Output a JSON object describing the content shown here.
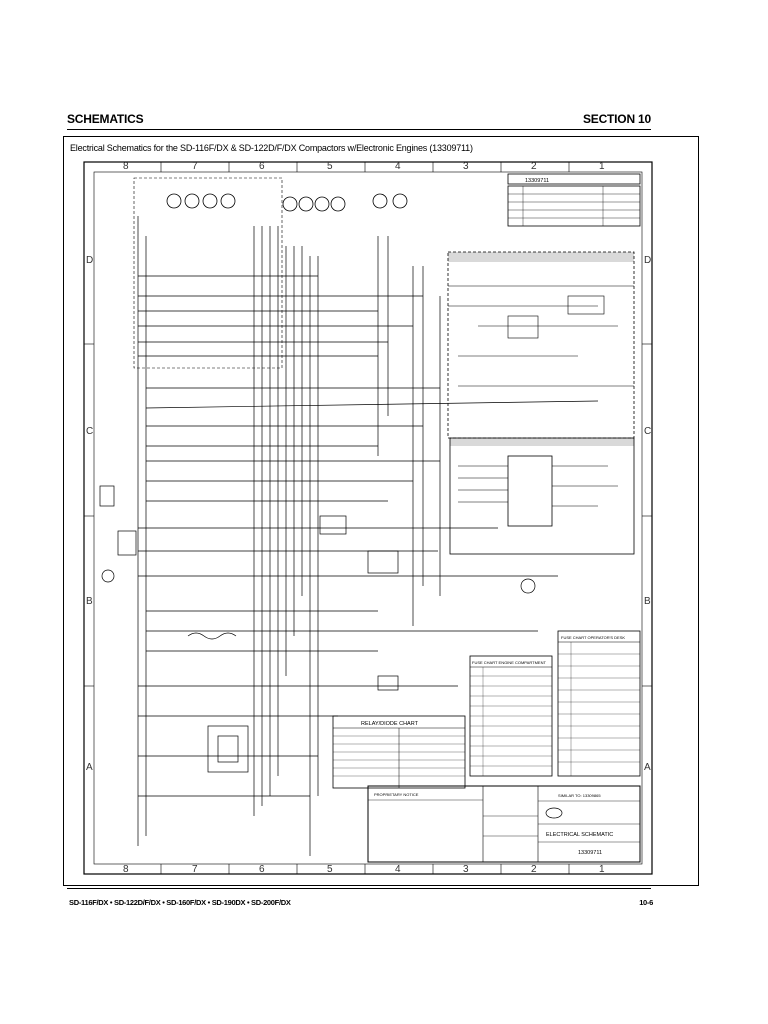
{
  "header": {
    "left": "SCHEMATICS",
    "right": "SECTION 10"
  },
  "figure": {
    "caption": "Electrical Schematics for the SD-116F/DX & SD-122D/F/DX Compactors w/Electronic Engines (13309711)",
    "drawing_number_top": "13309711",
    "zones_top": [
      "8",
      "7",
      "6",
      "5",
      "4",
      "3",
      "2",
      "1"
    ],
    "zones_bottom": [
      "8",
      "7",
      "6",
      "5",
      "4",
      "3",
      "2",
      "1"
    ],
    "rows_left": [
      "D",
      "C",
      "B",
      "A"
    ],
    "rows_right": [
      "D",
      "C",
      "B",
      "A"
    ],
    "relay_chart_title": "RELAY/DIODE CHART",
    "fuse_chart_engine_title": "FUSE CHART ENGINE COMPARTMENT",
    "fuse_chart_operator_title": "FUSE CHART OPERATOR'S DESK",
    "similar_to": "SIMILAR TO: 13309865",
    "title_block_title": "ELECTRICAL SCHEMATIC",
    "title_block_number": "13309711",
    "proprietary_notice": "PROPRIETARY NOTICE"
  },
  "footer": {
    "left": "SD-116F/DX • SD-122D/F/DX • SD-160F/DX • SD-190DX • SD-200F/DX",
    "right": "10-6"
  }
}
